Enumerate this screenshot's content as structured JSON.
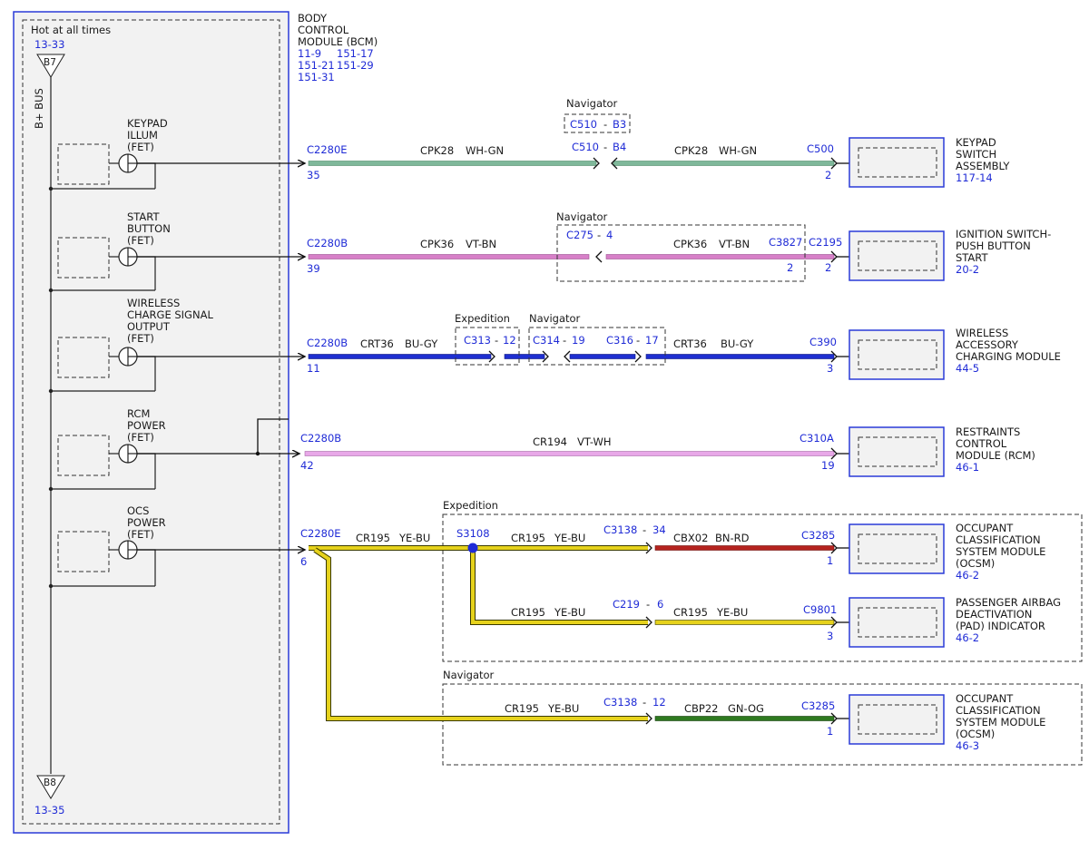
{
  "colors": {
    "module_border": "#2a3bd8",
    "blue_text": "#1f2bd6",
    "wire_wh_gn": "#7fb89a",
    "wire_vt_bn": "#d780c8",
    "wire_bu_gy": "#1e2fd0",
    "wire_vt_wh": "#e8a8e8",
    "wire_ye_bu": "#e6d21c",
    "wire_bn_rd": "#b5231f",
    "wire_gn_og": "#2f7a20",
    "splice": "#1f2bd6"
  },
  "bcm": {
    "hot_label": "Hot at all times",
    "hot_ref": "13-33",
    "top_connector": "B7",
    "bus_label": "B+ BUS",
    "bottom_connector": "B8",
    "bottom_ref": "13-35",
    "title_lines": [
      "BODY",
      "CONTROL",
      "MODULE (BCM)"
    ],
    "refs": [
      "11-9",
      "151-17",
      "151-21",
      "151-29",
      "151-31"
    ]
  },
  "circuits": [
    {
      "fet_lines": [
        "KEYPAD",
        "ILLUM",
        "(FET)"
      ],
      "connector": "C2280E",
      "pin": "35",
      "segments": [
        {
          "circuit": "CPK28",
          "color": "WH-GN"
        },
        {
          "circuit": "CPK28",
          "color": "WH-GN"
        }
      ],
      "variant": "Navigator",
      "inline_top": "C510",
      "inline_top_pin": "B3",
      "inline": "C510",
      "inline_pin": "B4",
      "end_connector": "C500",
      "end_pin": "2",
      "module_lines": [
        "KEYPAD",
        "SWITCH",
        "ASSEMBLY"
      ],
      "module_ref": "117-14"
    },
    {
      "fet_lines": [
        "START",
        "BUTTON",
        "(FET)"
      ],
      "connector": "C2280B",
      "pin": "39",
      "segments": [
        {
          "circuit": "CPK36",
          "color": "VT-BN"
        },
        {
          "circuit": "CPK36",
          "color": "VT-BN"
        }
      ],
      "variant": "Navigator",
      "inline": "C275",
      "inline_pin": "4",
      "mid_connector": "C3827",
      "mid_pin": "2",
      "end_connector": "C2195",
      "end_pin": "2",
      "module_lines": [
        "IGNITION SWITCH-",
        "PUSH BUTTON",
        "START"
      ],
      "module_ref": "20-2"
    },
    {
      "fet_lines": [
        "WIRELESS",
        "CHARGE SIGNAL",
        "OUTPUT",
        "(FET)"
      ],
      "connector": "C2280B",
      "pin": "11",
      "segments": [
        {
          "circuit": "CRT36",
          "color": "BU-GY"
        },
        {
          "circuit": "CRT36",
          "color": "BU-GY"
        }
      ],
      "variant_a": "Expedition",
      "inline_a": "C313",
      "inline_a_pin": "12",
      "variant_b": "Navigator",
      "inline_b": "C314",
      "inline_b_pin": "19",
      "inline_c": "C316",
      "inline_c_pin": "17",
      "end_connector": "C390",
      "end_pin": "3",
      "module_lines": [
        "WIRELESS",
        "ACCESSORY",
        "CHARGING MODULE"
      ],
      "module_ref": "44-5"
    },
    {
      "fet_lines": [
        "RCM",
        "POWER",
        "(FET)"
      ],
      "connector": "C2280B",
      "pin": "42",
      "segments": [
        {
          "circuit": "CR194",
          "color": "VT-WH"
        }
      ],
      "end_connector": "C310A",
      "end_pin": "19",
      "module_lines": [
        "RESTRAINTS",
        "CONTROL",
        "MODULE (RCM)"
      ],
      "module_ref": "46-1"
    },
    {
      "fet_lines": [
        "OCS",
        "POWER",
        "(FET)"
      ],
      "connector": "C2280E",
      "pin": "6",
      "main_wire": {
        "circuit": "CR195",
        "color": "YE-BU"
      },
      "exp_label": "Expedition",
      "splice": "S3108",
      "exp_branch1": {
        "wire1": {
          "circuit": "CR195",
          "color": "YE-BU"
        },
        "inline": "C3138",
        "inline_pin": "34",
        "wire2": {
          "circuit": "CBX02",
          "color": "BN-RD"
        },
        "end_connector": "C3285",
        "end_pin": "1",
        "module_lines": [
          "OCCUPANT",
          "CLASSIFICATION",
          "SYSTEM MODULE",
          "(OCSM)"
        ],
        "module_ref": "46-2"
      },
      "exp_branch2": {
        "wire1": {
          "circuit": "CR195",
          "color": "YE-BU"
        },
        "inline": "C219",
        "inline_pin": "6",
        "wire2": {
          "circuit": "CR195",
          "color": "YE-BU"
        },
        "end_connector": "C9801",
        "end_pin": "3",
        "module_lines": [
          "PASSENGER AIRBAG",
          "DEACTIVATION",
          "(PAD) INDICATOR"
        ],
        "module_ref": "46-2"
      },
      "nav_label": "Navigator",
      "nav_branch": {
        "wire1": {
          "circuit": "CR195",
          "color": "YE-BU"
        },
        "inline": "C3138",
        "inline_pin": "12",
        "wire2": {
          "circuit": "CBP22",
          "color": "GN-OG"
        },
        "end_connector": "C3285",
        "end_pin": "1",
        "module_lines": [
          "OCCUPANT",
          "CLASSIFICATION",
          "SYSTEM MODULE",
          "(OCSM)"
        ],
        "module_ref": "46-3"
      }
    }
  ]
}
